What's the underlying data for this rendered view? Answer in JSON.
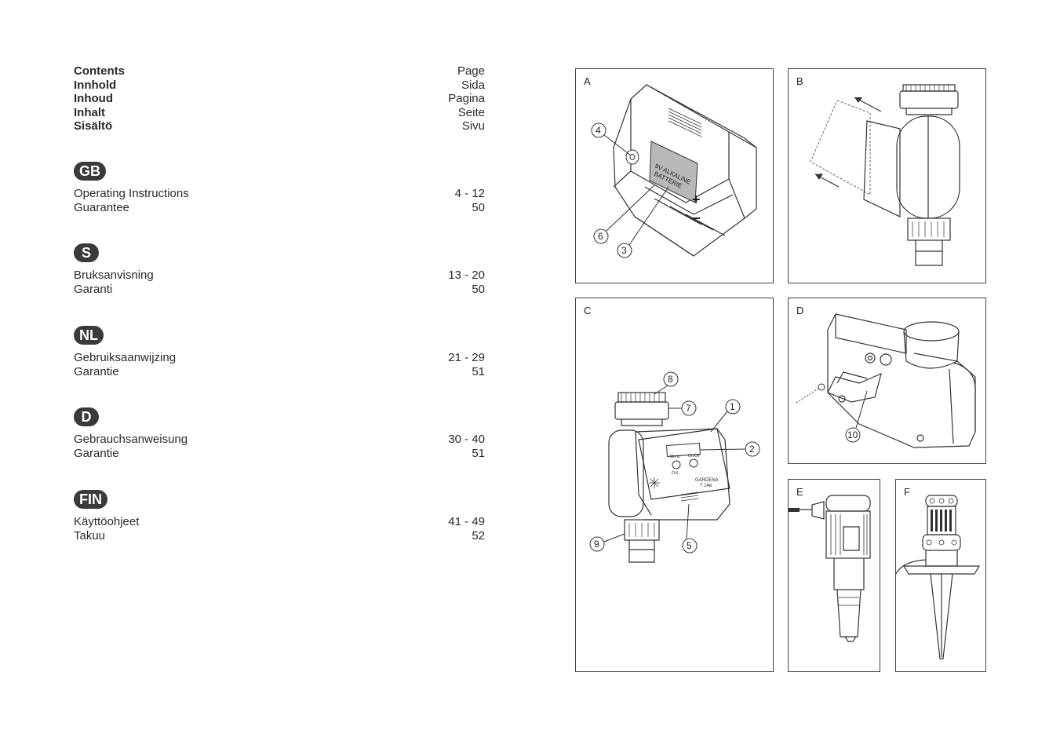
{
  "toc": {
    "headers": [
      {
        "left": "Contents",
        "right": "Page"
      },
      {
        "left": "Innhold",
        "right": "Sida"
      },
      {
        "left": "Inhoud",
        "right": "Pagina"
      },
      {
        "left": "Inhalt",
        "right": "Seite"
      },
      {
        "left": "Sisältö",
        "right": "Sivu"
      }
    ],
    "sections": [
      {
        "code": "GB",
        "rows": [
          {
            "label": "Operating Instructions",
            "pages": "4 - 12"
          },
          {
            "label": "Guarantee",
            "pages": "50"
          }
        ]
      },
      {
        "code": "S",
        "rows": [
          {
            "label": "Bruksanvisning",
            "pages": "13 - 20"
          },
          {
            "label": "Garanti",
            "pages": "50"
          }
        ]
      },
      {
        "code": "NL",
        "rows": [
          {
            "label": "Gebruiksaanwijzing",
            "pages": "21 - 29"
          },
          {
            "label": "Garantie",
            "pages": "51"
          }
        ]
      },
      {
        "code": "D",
        "rows": [
          {
            "label": "Gebrauchsanweisung",
            "pages": "30 - 40"
          },
          {
            "label": "Garantie",
            "pages": "51"
          }
        ]
      },
      {
        "code": "FIN",
        "rows": [
          {
            "label": "Käyttöohjeet",
            "pages": "41 - 49"
          },
          {
            "label": "Takuu",
            "pages": "52"
          }
        ]
      }
    ]
  },
  "figures": {
    "A": {
      "label": "A",
      "battery_text_1": "9V ALKALINE",
      "battery_text_2": "BATTERIE",
      "plus": "+",
      "minus": "−",
      "callouts": [
        "4",
        "6",
        "3"
      ]
    },
    "B": {
      "label": "B"
    },
    "C": {
      "label": "C",
      "callouts": [
        "8",
        "7",
        "1",
        "2",
        "9",
        "5"
      ],
      "btn1": "Menu",
      "btn2": "On/Off",
      "btn3": "O.K.",
      "brand": "GARDENA",
      "model": "T 14e"
    },
    "D": {
      "label": "D",
      "callouts": [
        "10"
      ]
    },
    "E": {
      "label": "E"
    },
    "F": {
      "label": "F"
    }
  }
}
